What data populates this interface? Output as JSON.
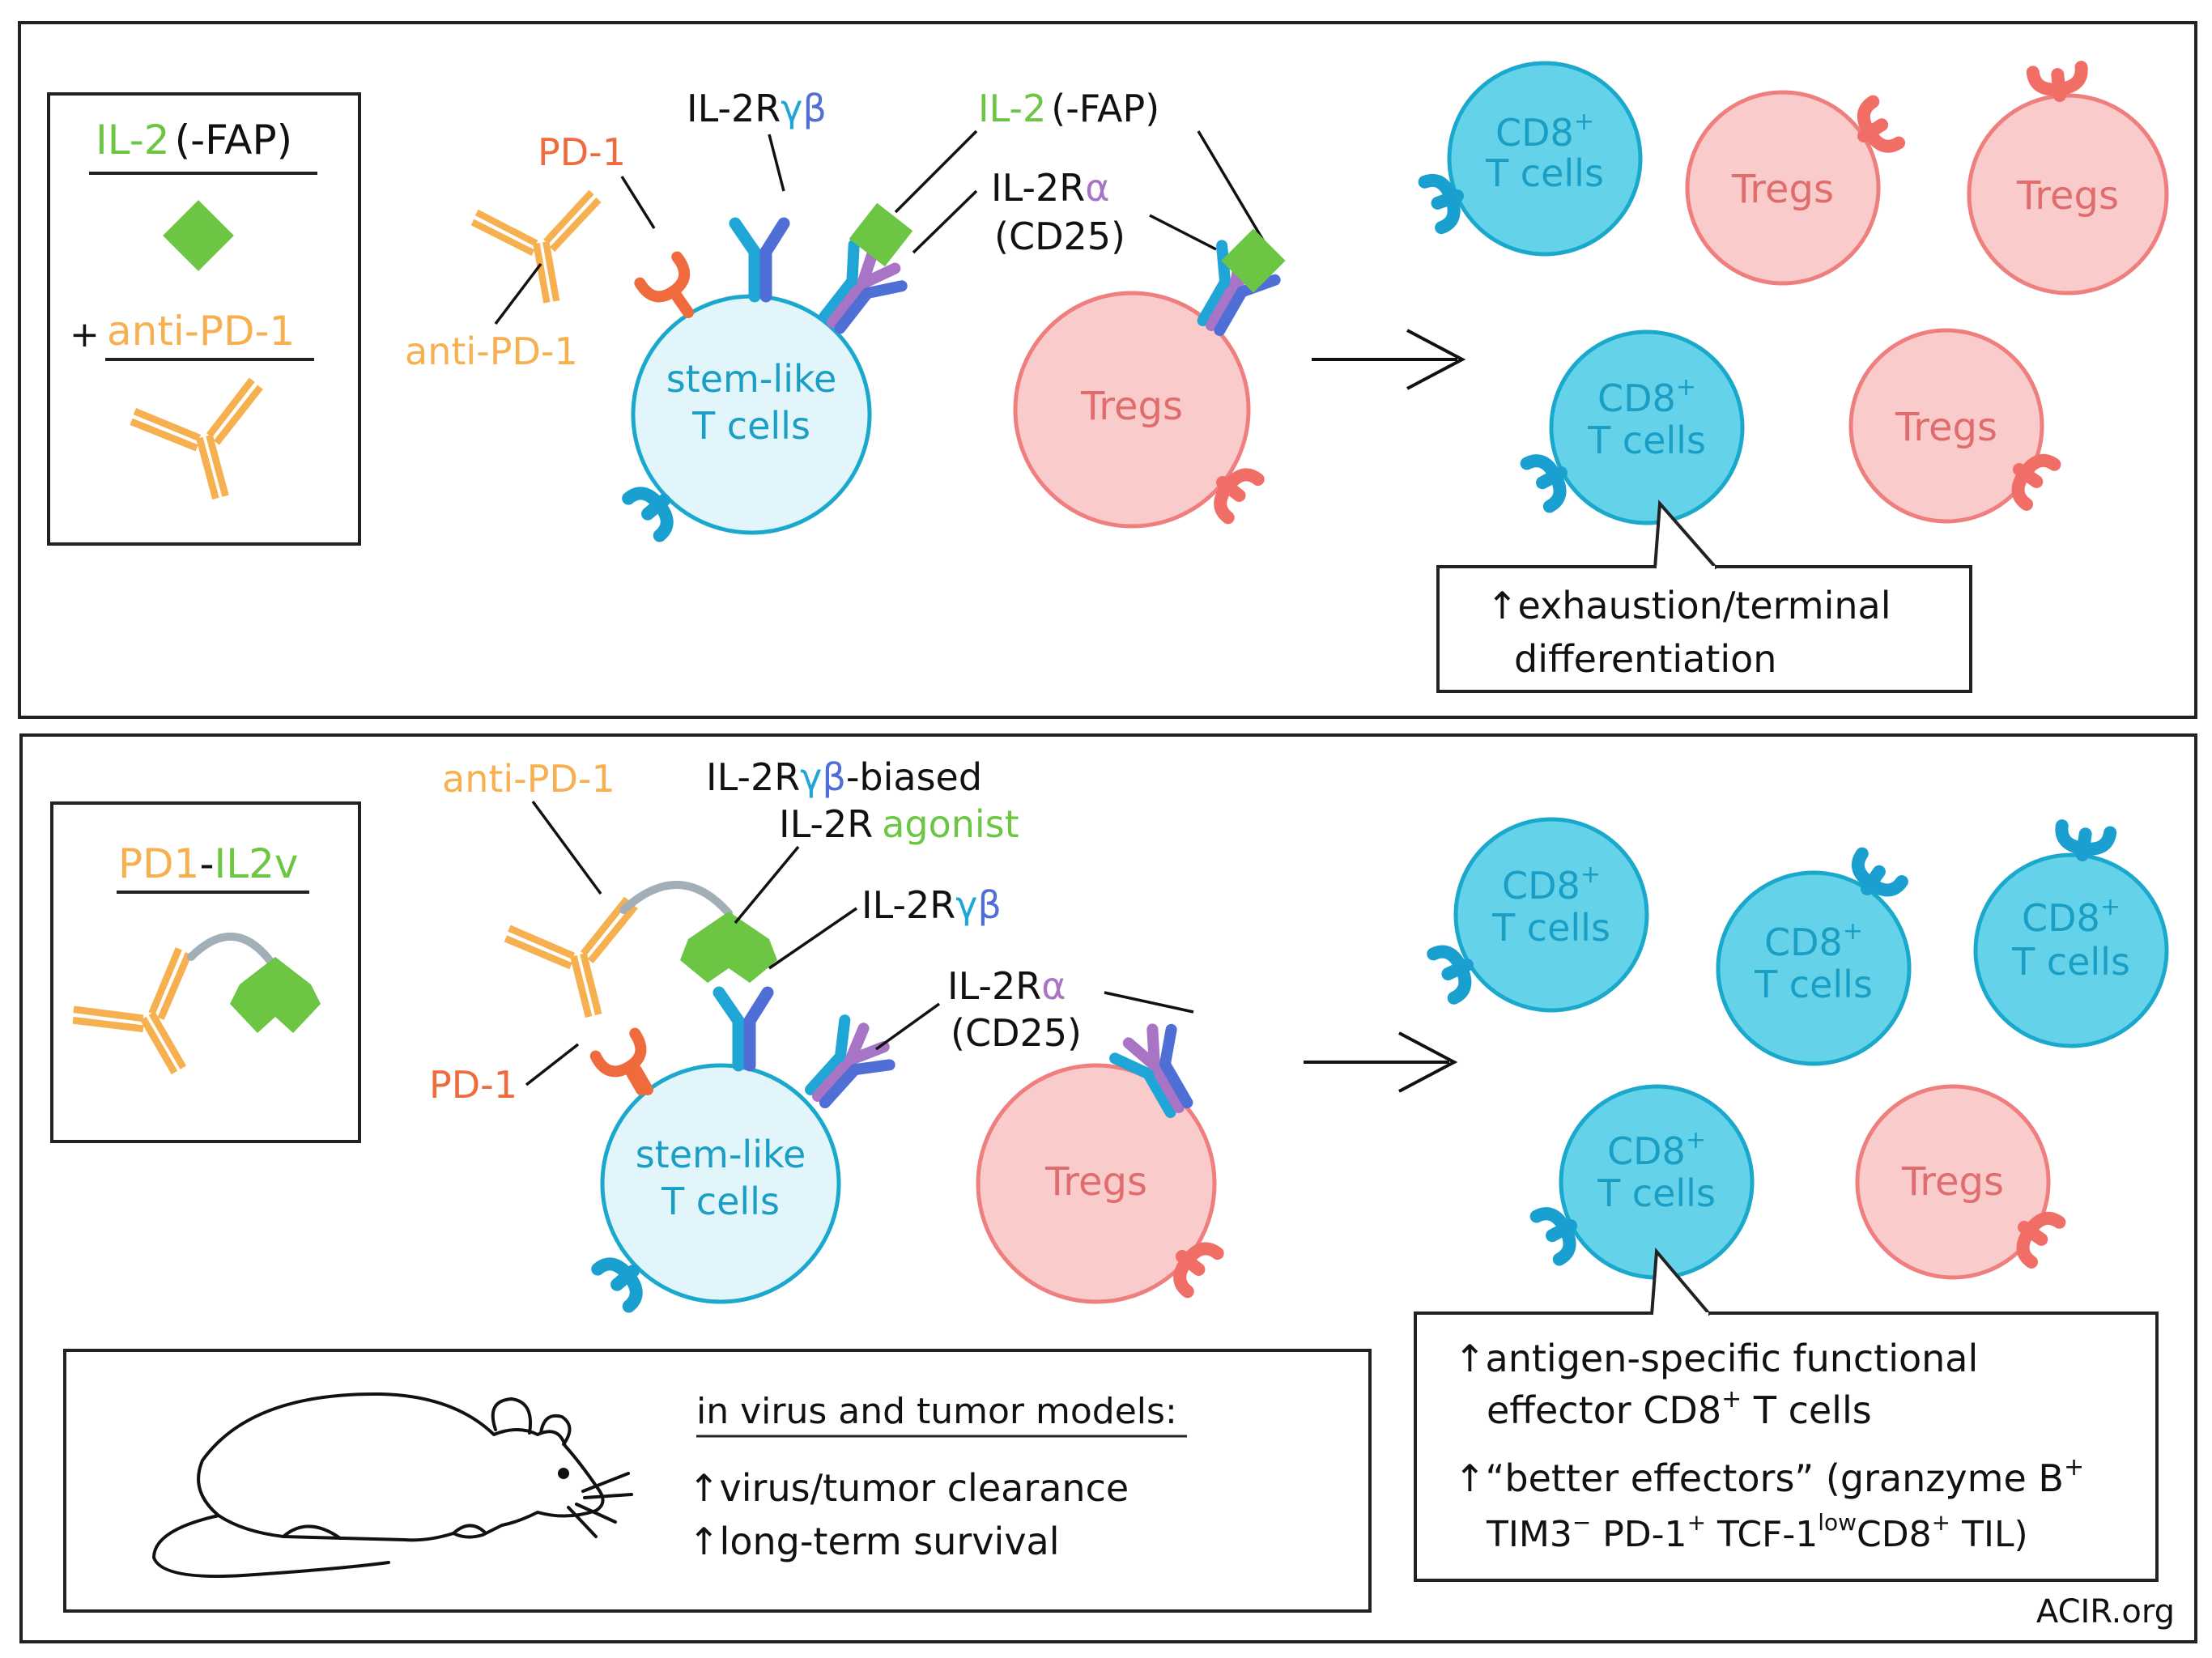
{
  "colors": {
    "green": "#6cc644",
    "orange": "#f7b04f",
    "pd1_red": "#ef6a3c",
    "cd8_fill": "#64d3ea",
    "cd8_stroke": "#1aa8cc",
    "receptor_blue": "#1aa0d0",
    "stem_fill": "#e2f5fb",
    "treg_fill": "#f9cbcb",
    "treg_stroke": "#ef7e7e",
    "treg_receptor": "#f16e66",
    "rgamma": "#1fa6d6",
    "rbeta": "#4f6fd6",
    "ralpha": "#a874c6",
    "linker_gray": "#a3afb6",
    "text_dark": "#111111",
    "text_teal": "#1a9ec4",
    "text_treg": "#e06d6d"
  },
  "top_panel": {
    "legend": {
      "il2_label": "IL-2",
      "fap_label": "(-FAP)",
      "plus_sign": "+",
      "antipd1_label": "anti-PD-1"
    },
    "labels": {
      "pd1": "PD-1",
      "antipd1": "anti-PD-1",
      "il2r_prefix": "IL-2R",
      "gamma": "γ",
      "beta": "β",
      "il2": "IL-2",
      "fap": "(-FAP)",
      "alpha": "α",
      "cd25": "(CD25)"
    },
    "cells": {
      "stem_line1": "stem-like",
      "stem_line2": "T cells",
      "tregs": "Tregs",
      "cd8": "CD8",
      "cd8_sup": "+",
      "tcells": "T cells"
    },
    "outcome": {
      "line1": "↑exhaustion/terminal",
      "line2": "differentiation"
    }
  },
  "bottom_panel": {
    "legend": {
      "pd1_part": "PD1",
      "dash": "-",
      "il2v_part": "IL2v"
    },
    "labels": {
      "antipd1": "anti-PD-1",
      "biased_prefix": "IL-2R",
      "gamma": "γ",
      "beta": "β",
      "biased_suffix": "-biased",
      "agonist_prefix": "IL-2R",
      "agonist_suffix": "agonist",
      "il2r_prefix": "IL-2R",
      "alpha": "α",
      "cd25": "(CD25)",
      "pd1": "PD-1"
    },
    "cells": {
      "stem_line1": "stem-like",
      "stem_line2": "T cells",
      "tregs": "Tregs",
      "cd8": "CD8",
      "cd8_sup": "+",
      "tcells": "T cells"
    },
    "mouse_box": {
      "heading": "in virus and tumor models:",
      "line1": "↑virus/tumor clearance",
      "line2": "↑long-term survival"
    },
    "outcome": {
      "line1": "↑antigen-specific functional",
      "line2_prefix": "effector CD8",
      "line2_sup": "+",
      "line2_suffix": " T cells",
      "line3_prefix": "↑“better effectors” (granzyme B",
      "line3_sup": "+",
      "line4_a": "TIM3",
      "line4_a_sup": "−",
      "line4_b": " PD-1",
      "line4_b_sup": "+",
      "line4_c": " TCF-1",
      "line4_c_sup": "low",
      "line4_d": "CD8",
      "line4_d_sup": "+",
      "line4_e": " TIL)"
    }
  },
  "credit": "ACIR.org"
}
